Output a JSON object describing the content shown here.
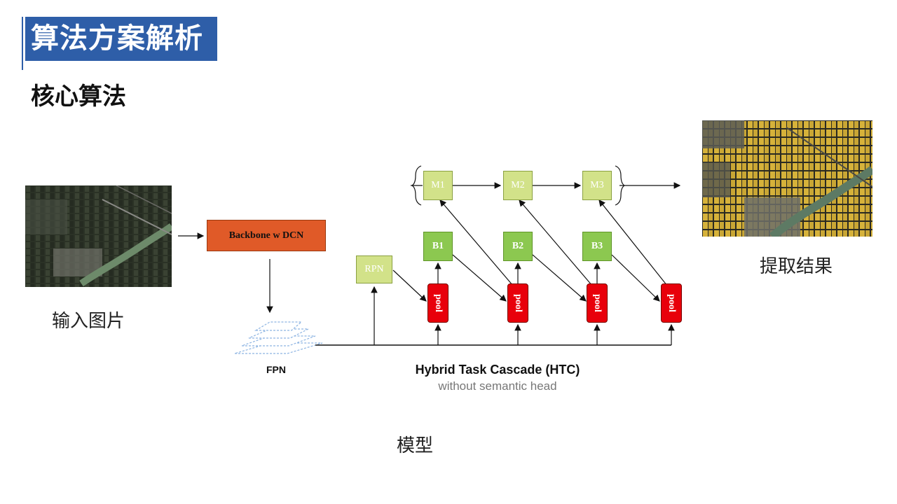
{
  "slide": {
    "title": "算法方案解析",
    "subtitle": "核心算法",
    "accent_color": "#2e5ea8"
  },
  "input": {
    "caption": "输入图片"
  },
  "output": {
    "caption": "提取结果"
  },
  "model_caption": "模型",
  "diagram": {
    "backbone_label": "Backbone w DCN",
    "fpn_label": "FPN",
    "rpn_label": "RPN",
    "mask_heads": [
      "M1",
      "M2",
      "M3"
    ],
    "box_heads": [
      "B1",
      "B2",
      "B3"
    ],
    "pool_label": "pool",
    "htc_title": "Hybrid Task Cascade (HTC)",
    "htc_subtitle": "without semantic head",
    "colors": {
      "backbone": "#e05a28",
      "mask_head": "#d2e289",
      "box_head": "#8cc850",
      "pool": "#e8000b",
      "fpn": "#8db4e2"
    }
  }
}
